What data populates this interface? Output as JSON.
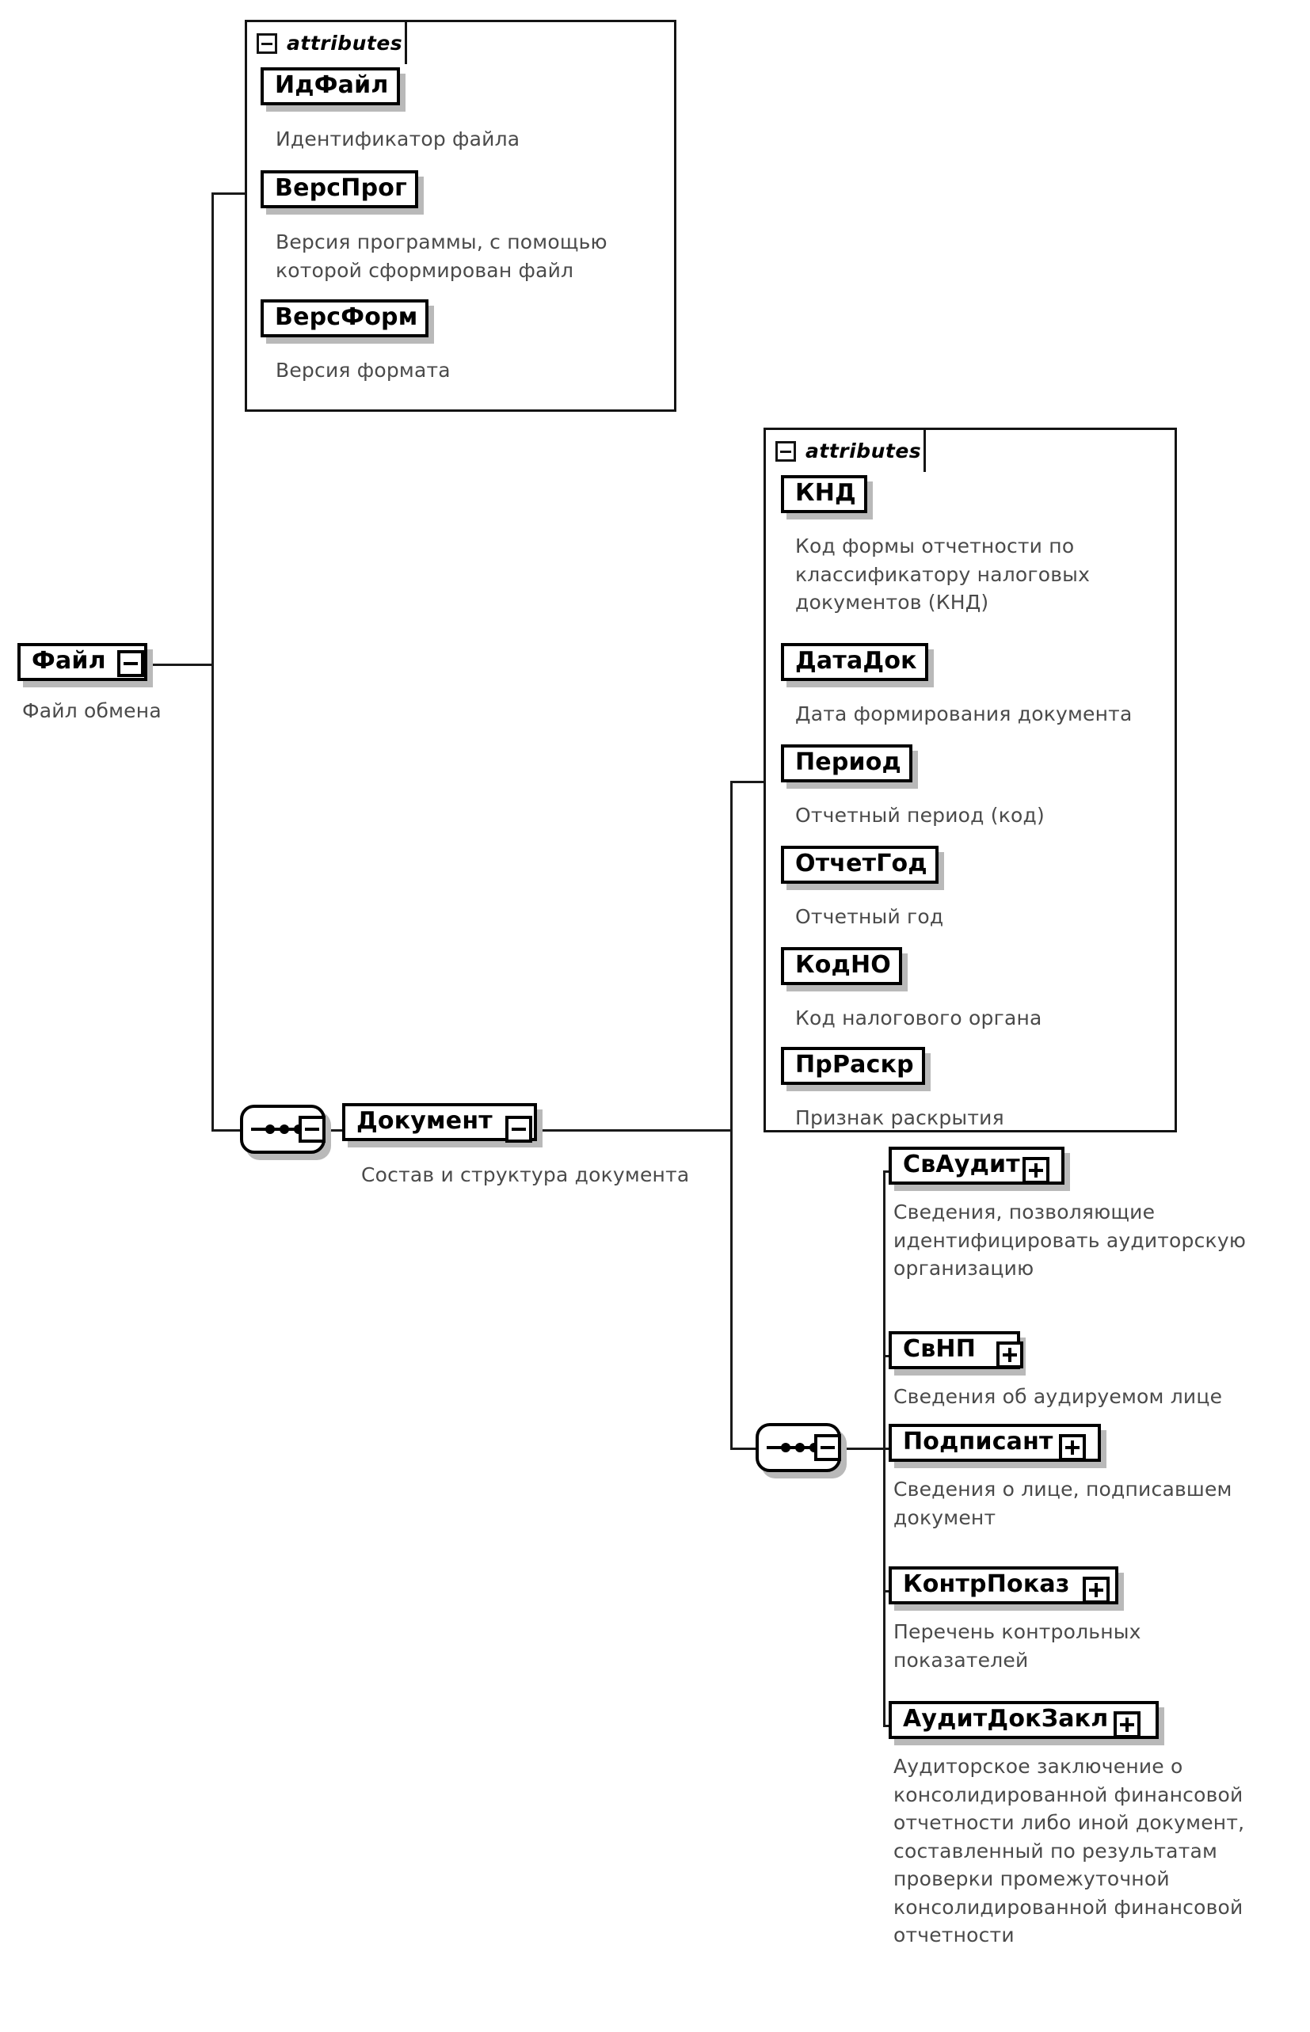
{
  "diagram": {
    "type": "xml-schema-tree",
    "root": {
      "name": "Файл",
      "annotation": "Файл обмена",
      "handle_icon": "minus-box-icon"
    },
    "attribute_groups": [
      {
        "id": "file-attributes",
        "tab_label": "attributes",
        "tab_icon": "collapse-minus-icon",
        "attributes": [
          {
            "name": "ИдФайл",
            "annotation": "Идентификатор файла"
          },
          {
            "name": "ВерсПрог",
            "annotation": "Версия программы, с помощью\nкоторой сформирован файл"
          },
          {
            "name": "ВерсФорм",
            "annotation": "Версия формата"
          }
        ]
      },
      {
        "id": "document-attributes",
        "tab_label": "attributes",
        "tab_icon": "collapse-minus-icon",
        "attributes": [
          {
            "name": "КНД",
            "annotation": "Код формы отчетности по\nклассификатору налоговых\nдокументов (КНД)"
          },
          {
            "name": "ДатаДок",
            "annotation": "Дата формирования документа"
          },
          {
            "name": "Период",
            "annotation": "Отчетный период (код)"
          },
          {
            "name": "ОтчетГод",
            "annotation": "Отчетный год"
          },
          {
            "name": "КодНО",
            "annotation": "Код налогового органа"
          },
          {
            "name": "ПрРаскр",
            "annotation": "Признак раскрытия"
          }
        ]
      }
    ],
    "sequences": [
      {
        "id": "file-sequence",
        "icon": "sequence-compositor-icon",
        "handle_icon": "minus-box-icon"
      },
      {
        "id": "document-sequence",
        "icon": "sequence-compositor-icon",
        "handle_icon": "minus-box-icon"
      }
    ],
    "document_node": {
      "name": "Документ",
      "annotation": "Состав и структура документа",
      "handle_icon": "minus-box-icon"
    },
    "children": [
      {
        "name": "СвАудит",
        "handle_icon": "plus-box-icon",
        "annotation": "Сведения, позволяющие\nидентифицировать аудиторскую\nорганизацию"
      },
      {
        "name": "СвНП",
        "handle_icon": "plus-box-icon",
        "annotation": "Сведения об аудируемом лице"
      },
      {
        "name": "Подписант",
        "handle_icon": "plus-box-icon",
        "annotation": "Сведения о лице, подписавшем\nдокумент"
      },
      {
        "name": "КонтрПоказ",
        "handle_icon": "plus-box-icon",
        "annotation": "Перечень контрольных\nпоказателей"
      },
      {
        "name": "АудитДокЗакл",
        "handle_icon": "plus-box-icon",
        "annotation": "Аудиторское заключение о\nконсолидированной финансовой\nотчетности либо иной документ,\nсоставленный по результатам\nпроверки промежуточной\nконсолидированной финансовой\nотчетности"
      }
    ],
    "colors": {
      "stroke": "#141414",
      "annotation_text": "#4a4a4a",
      "shadow": "#b9b9b9",
      "background": "#ffffff"
    }
  }
}
